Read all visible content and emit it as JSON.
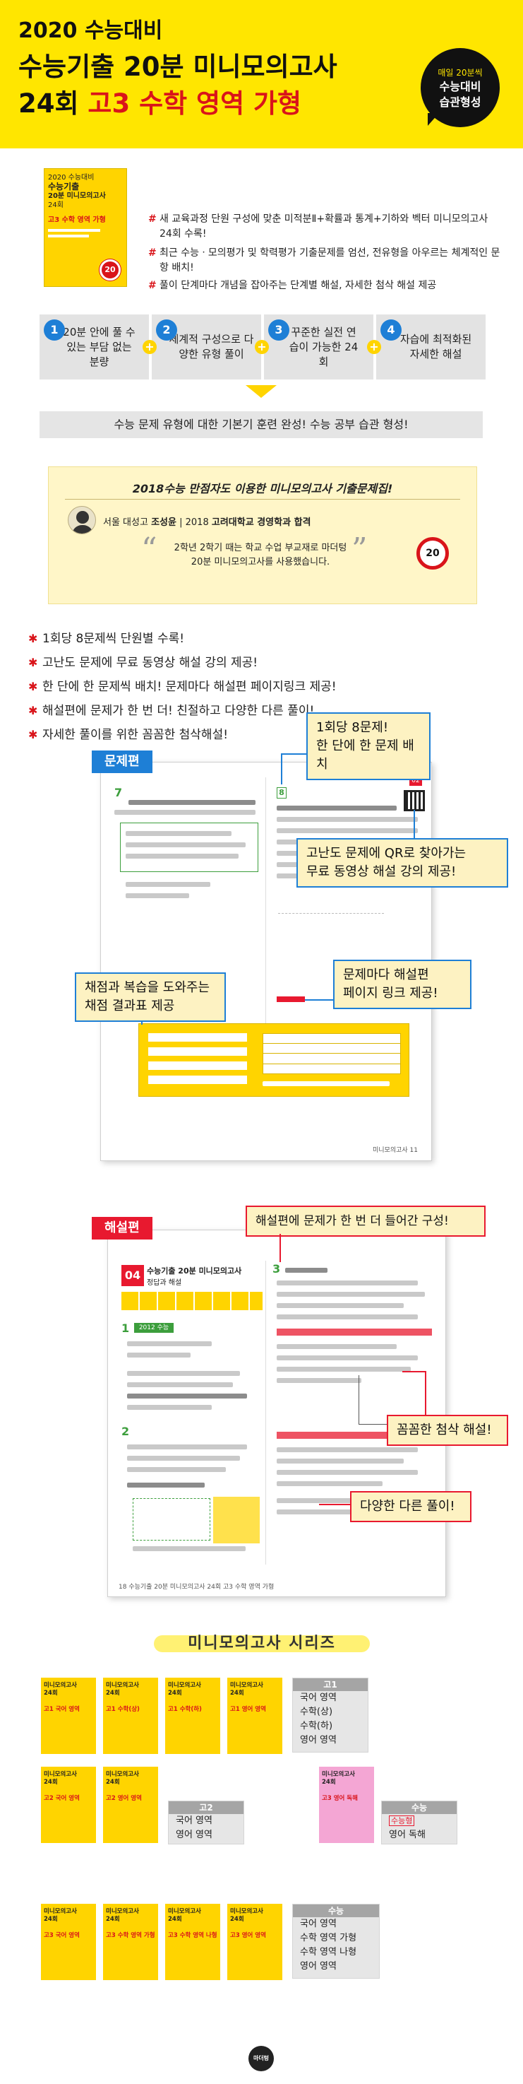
{
  "header": {
    "line1": "2020 수능대비",
    "line2": "수능기출 20분 미니모의고사",
    "line3_prefix": "24회",
    "line3_highlight": "고3 수학 영역 가형",
    "badge": [
      "매일 20분씩",
      "수능대비",
      "습관형성"
    ]
  },
  "cover": {
    "lines": [
      "2020 수능대비",
      "수능기출",
      "20분 미니모의고사",
      "24회"
    ],
    "subject": "고3 수학 영역 가형",
    "clock_label": "20"
  },
  "intro_bullets": [
    "새 교육과정 단원 구성에 맞춘 미적분Ⅱ+확률과 통계+기하와 벡터 미니모의고사 24회 수록!",
    "최근 수능ㆍ모의평가 및 학력평가 기출문제를 엄선, 전유형을 아우르는 체계적인 문항 배치!",
    "풀이 단계마다 개념을 잡아주는 단계별 해설, 자세한 첨삭 해설 제공"
  ],
  "features": [
    {
      "num": "1",
      "text": "20분 안에 풀 수 있는 부담 없는 분량"
    },
    {
      "num": "2",
      "text": "체계적 구성으로 다양한 유형 풀이"
    },
    {
      "num": "3",
      "text": "꾸준한 실전 연습이 가능한 24회"
    },
    {
      "num": "4",
      "text": "자습에 최적화된 자세한 해설"
    }
  ],
  "summary": "수능 문제 유형에 대한 기본기 훈련 완성! 수능 공부 습관 형성!",
  "testimonial": {
    "title": "2018수능 만점자도 이용한 미니모의고사 기출문제집!",
    "author_prefix": "서울 대성고",
    "author_name": "조성윤",
    "author_sep": "|",
    "author_year": "2018",
    "author_school": "고려대학교 경영학과 합격",
    "quote": "2학년 2학기 때는 학교 수업 부교재로 마더텅 20분 미니모의고사를 사용했습니다.",
    "clock_label": "20"
  },
  "star_list": [
    "1회당 8문제씩 단원별 수록!",
    "고난도 문제에 무료 동영상 해설 강의 제공!",
    "한 단에 한 문제씩 배치! 문제마다 해설편 페이지링크 제공!",
    "해설편에 문제가 한 번 더! 친절하고 다양한 다른 풀이!",
    "자세한 풀이를 위한 꼼꼼한 첨삭해설!"
  ],
  "problem_section": {
    "tag": "문제편",
    "callouts": {
      "one_per_column": "1회당 8문제!\n한 단에 한 문제 배치",
      "qr": "고난도 문제에 QR로 찾아가는\n무료 동영상 해설 강의 제공!",
      "score_table": "채점과 복습을 도와주는\n채점 결과표 제공",
      "page_link": "문제마다 해설편\n페이지 링크 제공!"
    },
    "page": {
      "problem_left": "7",
      "problem_right": "8",
      "page_badge": "02",
      "footer": "미니모의고사  11"
    }
  },
  "solution_section": {
    "tag": "해설편",
    "callouts": {
      "repeat": "해설편에 문제가 한 번 더 들어간 구성!",
      "annotation": "꼼꼼한 첨삭 해설!",
      "alt": "다양한 다른 풀이!"
    },
    "page": {
      "chapter_num": "04",
      "chapter_title": "수능기출 20분 미니모의고사",
      "chapter_sub": "정답과 해설",
      "q1": "1",
      "q2": "2",
      "q3": "3",
      "year_tag": "2012 수능",
      "footer": "18  수능기출 20분 미니모의고사 24회 고3 수학 영역 가형"
    }
  },
  "series": {
    "title": "미니모의고사 시리즈",
    "groups": [
      {
        "head": "고1",
        "items": [
          "국어 영역",
          "수학(상)",
          "수학(하)",
          "영어 영역"
        ]
      },
      {
        "head": "고2",
        "items": [
          "국어 영역",
          "영어 영역"
        ]
      },
      {
        "head": "수능",
        "items": [
          "수능형",
          "영어 독해"
        ]
      },
      {
        "head": "수능",
        "items": [
          "국어 영역",
          "수학 영역 가형",
          "수학 영역 나형",
          "영어 영역"
        ]
      }
    ],
    "books_row1": [
      "고1 국어 영역",
      "고1 수학(상)",
      "고1 수학(하)",
      "고1 영어 영역"
    ],
    "books_row2": [
      "고2 국어 영역",
      "고2 영어 영역",
      "고3 영어 독해"
    ],
    "books_row3": [
      "고3 국어 영역",
      "고3 수학 영역 가형",
      "고3 수학 영역 나형",
      "고3 영어 영역"
    ]
  },
  "logo": "마더텅",
  "colors": {
    "yellow": "#ffe600",
    "red": "#d9141a",
    "blue": "#1e7fd6"
  }
}
